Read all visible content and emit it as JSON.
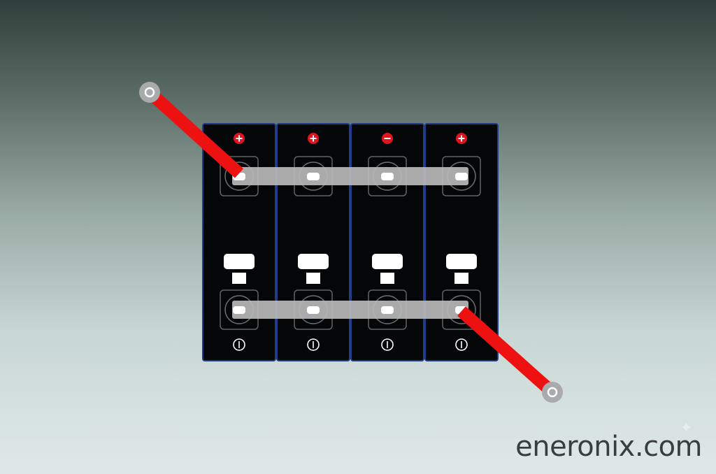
{
  "diagram": {
    "cells": [
      {
        "top_terminal": "positive"
      },
      {
        "top_terminal": "positive"
      },
      {
        "top_terminal": "negative"
      },
      {
        "top_terminal": "positive"
      }
    ],
    "bottom_symbol": "power-icon",
    "colors": {
      "cell_body": "#050607",
      "cell_border": "#1f3c8a",
      "cable": "#ee1111",
      "busbar": "#b8b8b8",
      "marker": "#e0141e"
    }
  },
  "watermark": {
    "text": "eneronix.com"
  }
}
